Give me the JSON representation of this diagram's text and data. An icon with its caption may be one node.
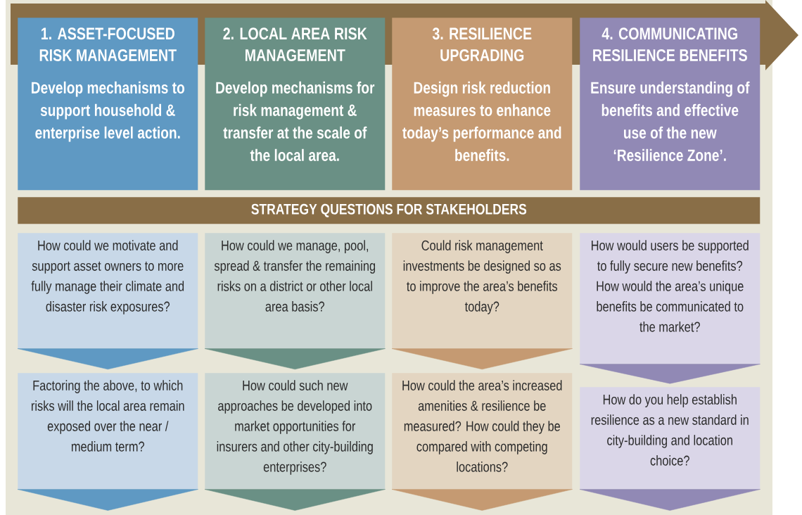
{
  "diagram": {
    "nodes": [
      {
        "text": [
          "1. ASSET-FOCUSED RISK MANAGEMENT",
          "Develop mechanisms to support household & enterprise level action."
        ]
      },
      {
        "text": [
          "2. LOCAL AREA RISK MANAGEMENT",
          "Develop mechanisms for risk management & transfer at the scale of the local area."
        ]
      },
      {
        "text": [
          "3. RESILIENCE UPGRADING",
          "Design risk reduction measures to enhance today’s performance and benefits."
        ]
      },
      {
        "text": [
          "4. COMMUNICATING RESILIENCE BENEFITS",
          "Ensure understanding of benefits and effective use of the new ‘Resilience Zone’."
        ]
      },
      {
        "text": [
          "STRATEGY QUESTIONS FOR STAKEHOLDERS"
        ]
      },
      {
        "text": [
          "How could we motivate and support asset owners to more fully manage their climate and disaster risk exposures?"
        ]
      },
      {
        "text": [
          "How could we manage, pool, spread & transfer the remaining risks on a district or other local area basis?"
        ]
      },
      {
        "text": [
          "Could risk management investments be designed so as to improve the area’s benefits today?"
        ]
      },
      {
        "text": [
          "How would users be supported to fully secure new benefits? How would the area’s unique benefits be communicated to the market?"
        ]
      },
      {
        "text": [
          "Factoring the above, to which risks will the local area remain exposed over the near / medium term?"
        ]
      },
      {
        "text": [
          "How could such new approaches be developed into market opportunities for insurers and other city-building enterprises?"
        ]
      },
      {
        "text": [
          "How could the area’s increased amenities & resilience be measured? How could they be compared with competing locations?"
        ]
      },
      {
        "text": [
          "How do you help establish resilience as a new standard in city-building and location choice?"
        ]
      }
    ],
    "edges": [
      {
        "from": 5,
        "to": 9,
        "arrow": "to",
        "color": "#5f99c3"
      },
      {
        "from": 6,
        "to": 10,
        "arrow": "to",
        "color": "#6a9085"
      },
      {
        "from": 7,
        "to": 11,
        "arrow": "to",
        "color": "#c59a72"
      },
      {
        "from": 8,
        "to": 12,
        "arrow": "to",
        "color": "#9189b5"
      },
      {
        "from": 9,
        "to": null,
        "arrow": "to",
        "color": "#5f99c3"
      },
      {
        "from": 10,
        "to": null,
        "arrow": "to",
        "color": "#6a9085"
      },
      {
        "from": 11,
        "to": null,
        "arrow": "to",
        "color": "#c59a72"
      },
      {
        "from": 12,
        "to": null,
        "arrow": "to",
        "color": "#9189b5"
      }
    ]
  }
}
